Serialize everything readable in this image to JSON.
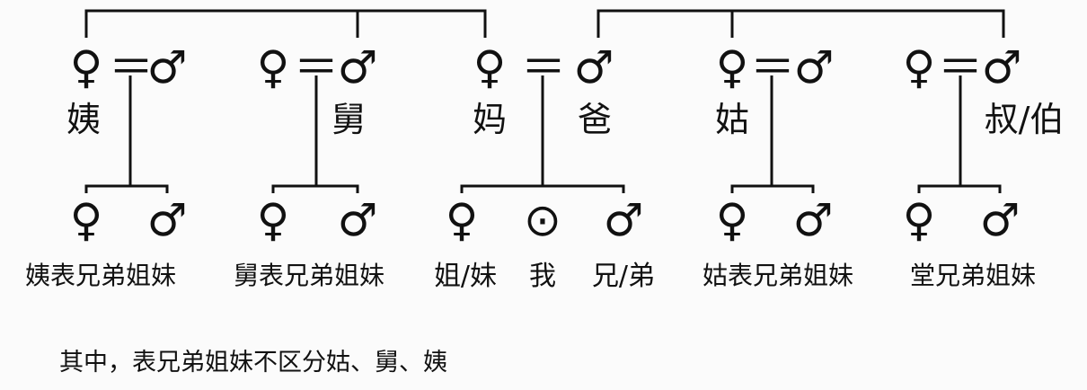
{
  "gen1": {
    "f1": "姨",
    "m2": "舅",
    "f3": "妈",
    "m3": "爸",
    "f4": "姑",
    "m5": "叔/伯"
  },
  "gen2": {
    "c1": "姨表兄弟姐妹",
    "c2": "舅表兄弟姐妹",
    "c3a": "姐/妹",
    "c3b": "我",
    "c3c": "兄/弟",
    "c4": "姑表兄弟姐妹",
    "c5": "堂兄弟姐妹"
  },
  "symbols": {
    "female": "♀",
    "male": "♂",
    "self": "⊙",
    "marriage": "＝"
  },
  "note": "其中，表兄弟姐妹不区分姑、舅、姨"
}
